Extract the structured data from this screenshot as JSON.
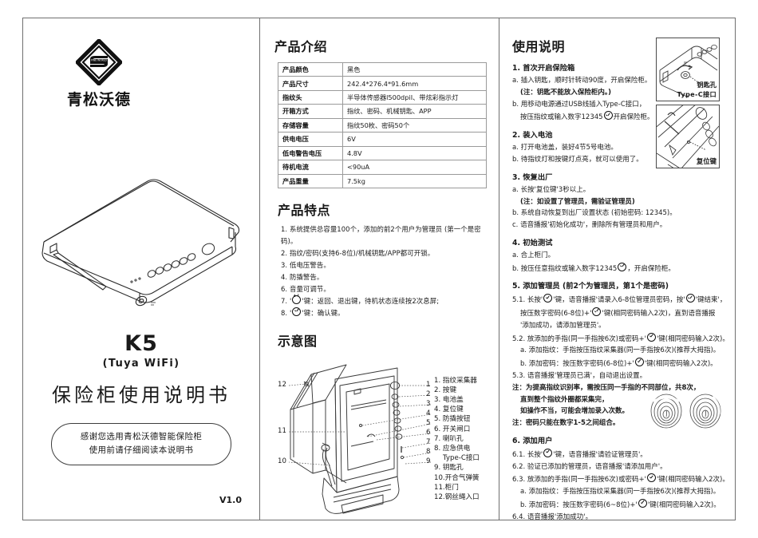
{
  "brand": {
    "name": "青松沃德",
    "logo_icon": "diamond-pine-world-logo"
  },
  "cover": {
    "model": "K5",
    "connectivity": "(Tuya WiFi)",
    "title": "保险柜使用说明书",
    "thanks_line1": "感谢您选用青松沃德智能保险柜",
    "thanks_line2": "使用前请仔细阅读本说明书",
    "version": "V1.0"
  },
  "product_intro": {
    "heading": "产品介绍",
    "rows": [
      {
        "key": "产品颜色",
        "value": "黑色"
      },
      {
        "key": "产品尺寸",
        "value": "242.4*276.4*91.6mm"
      },
      {
        "key": "指纹头",
        "value": "半导体传感器ⅼ500dpiⅠ、带炫彩指示灯"
      },
      {
        "key": "开箱方式",
        "value": "指纹、密码、机械钥匙、APP"
      },
      {
        "key": "存储容量",
        "value": "指纹50枚、密码50个"
      },
      {
        "key": "供电电压",
        "value": "6V"
      },
      {
        "key": "低电警告电压",
        "value": "4.8V"
      },
      {
        "key": "待机电流",
        "value": "<90uA"
      },
      {
        "key": "产品重量",
        "value": "7.5kg"
      }
    ]
  },
  "features": {
    "heading": "产品特点",
    "items": [
      {
        "num": "1.",
        "text": "系统提供总容量100个，添加的前2个用户为管理员 (第一个是密码)。"
      },
      {
        "num": "2.",
        "text": "指纹/密码(支持6-8位)/机械钥匙/APP都可开锁。"
      },
      {
        "num": "3.",
        "text": "低电压警告。"
      },
      {
        "num": "4.",
        "text": "防撬警告。"
      },
      {
        "num": "6.",
        "text": "音量可调节。"
      },
      {
        "num": "7.",
        "text": "'↩'键：返回、退出键，待机状态连续按2次息屏;",
        "icon": "back-icon"
      },
      {
        "num": "8.",
        "text": "'✓'键：确认键。",
        "icon": "check-icon"
      }
    ]
  },
  "diagram": {
    "heading": "示意图",
    "image_name": "safe-exploded-line-art",
    "callouts_right": [
      "1",
      "2",
      "3",
      "4",
      "5",
      "6",
      "7",
      "8",
      "9"
    ],
    "callouts_left": [
      "10",
      "11",
      "12"
    ],
    "legend": [
      "1. 指纹采集器",
      "2. 按键",
      "3. 电池盖",
      "4. 复位键",
      "5. 防撬按钮",
      "6. 开关闸口",
      "7. 喇叭孔",
      "8. 应急供电",
      "Type-C接口",
      "9. 钥匙孔",
      "10.开合气弹簧",
      "11.柜门",
      "12.钢丝绳入口"
    ]
  },
  "instructions": {
    "heading": "使用说明",
    "sections": [
      {
        "title": "1. 首次开启保险箱",
        "lines": [
          {
            "indent": 0,
            "text": "a. 插入钥匙，顺时针转动90度，开启保险柜。"
          },
          {
            "indent": 1,
            "bold": true,
            "text": "(注：钥匙不能放入保险柜内。)"
          },
          {
            "indent": 0,
            "text": "b. 用移动电源通过USB线插入Type-C接口，"
          },
          {
            "indent": 1,
            "text": "按压指纹或输入数字12345✓开启保险柜。"
          }
        ]
      },
      {
        "title": "2. 装入电池",
        "lines": [
          {
            "indent": 0,
            "text": "a. 打开电池盖，装好4节5号电池。"
          },
          {
            "indent": 0,
            "text": "b. 待指纹灯和按键灯点亮，就可以使用了。"
          }
        ]
      },
      {
        "title": "3. 恢复出厂",
        "lines": [
          {
            "indent": 0,
            "text": "a. 长按'复位键'3秒以上。"
          },
          {
            "indent": 1,
            "bold": true,
            "text": "(注：如设置了管理员，需验证管理员)"
          },
          {
            "indent": 0,
            "text": "b. 系统自动恢复到出厂设置状态 (初始密码: 12345)。"
          },
          {
            "indent": 0,
            "text": "c. 语音播报'初始化成功'，删除所有管理员和用户。"
          }
        ]
      },
      {
        "title": "4. 初始测试",
        "lines": [
          {
            "indent": 0,
            "text": "a. 合上柜门。"
          },
          {
            "indent": 0,
            "text": "b. 按压任意指纹或输入数字12345✓，开启保险柜。"
          }
        ]
      },
      {
        "title": "5. 添加管理员 (前2个为管理员，第1个是密码)",
        "lines": [
          {
            "indent": 0,
            "wide": true,
            "text": "5.1. 长按'✓'键，语音播报'请录入6-8位管理员密码，按'✓'键结束'，"
          },
          {
            "indent": 1,
            "wide": true,
            "text": "按压数字密码(6-8位)+'✓'键(相同密码输入2次)，直到语音播报"
          },
          {
            "indent": 1,
            "wide": true,
            "text": "'添加成功，请添加管理员'。"
          },
          {
            "indent": 0,
            "wide": true,
            "text": "5.2. 放添加的手指(同一手指按6次)或密码+'✓'键(相同密码输入2次)。"
          },
          {
            "indent": 1,
            "wide": true,
            "text": "a. 添加指纹：手指按压指纹采集器(同一手指按6次)(推荐大拇指)。"
          },
          {
            "indent": 1,
            "wide": true,
            "text": "b. 添加密码：按压数字密码(6-8位)+'✓'键(相同密码输入2次)。"
          },
          {
            "indent": 0,
            "wide": true,
            "text": "5.3. 语音播报'管理员已满'，自动退出设置。"
          },
          {
            "indent": 0,
            "bold": true,
            "wide": true,
            "text": "注：为提高指纹识别率，需按压同一手指的不同部位，共8次，"
          },
          {
            "indent": 1,
            "bold": true,
            "wide": true,
            "text": "直到整个指纹外圈都采集完，"
          },
          {
            "indent": 1,
            "bold": true,
            "wide": true,
            "text": "如操作不当，可能会增加录入次数。"
          },
          {
            "indent": 0,
            "bold": true,
            "wide": true,
            "text": "注：密码只能在数字1-5之间组合。"
          }
        ]
      },
      {
        "title": "6. 添加用户",
        "lines": [
          {
            "indent": 0,
            "wide": true,
            "text": "6.1. 长按'✓'键，语音播报'请验证管理员'。"
          },
          {
            "indent": 0,
            "wide": true,
            "text": "6.2. 验证已添加的管理员，语音播报'请添加用户'。"
          },
          {
            "indent": 0,
            "wide": true,
            "text": "6.3. 放添加的手指(同一手指按6次)或密码+'✓'键(相同密码输入2次)。"
          },
          {
            "indent": 1,
            "wide": true,
            "text": "a. 添加指纹：手指按压指纹采集器(同一手指按6次)(推荐大拇指)。"
          },
          {
            "indent": 1,
            "wide": true,
            "text": "b. 添加密码：按压数字密码(6~8位)+'✓'键(相同密码输入2次)。"
          },
          {
            "indent": 0,
            "wide": true,
            "text": "6.4. 语音播报'添加成功'。"
          }
        ]
      }
    ],
    "thumbnails": [
      {
        "caption": "钥匙孔",
        "caption2": "Type-C接口",
        "image_name": "keyhole-typec-illustration"
      },
      {
        "caption": "复位键",
        "image_name": "reset-key-illustration"
      }
    ],
    "fingerprint_art": "fingerprint-coverage-illustration"
  }
}
